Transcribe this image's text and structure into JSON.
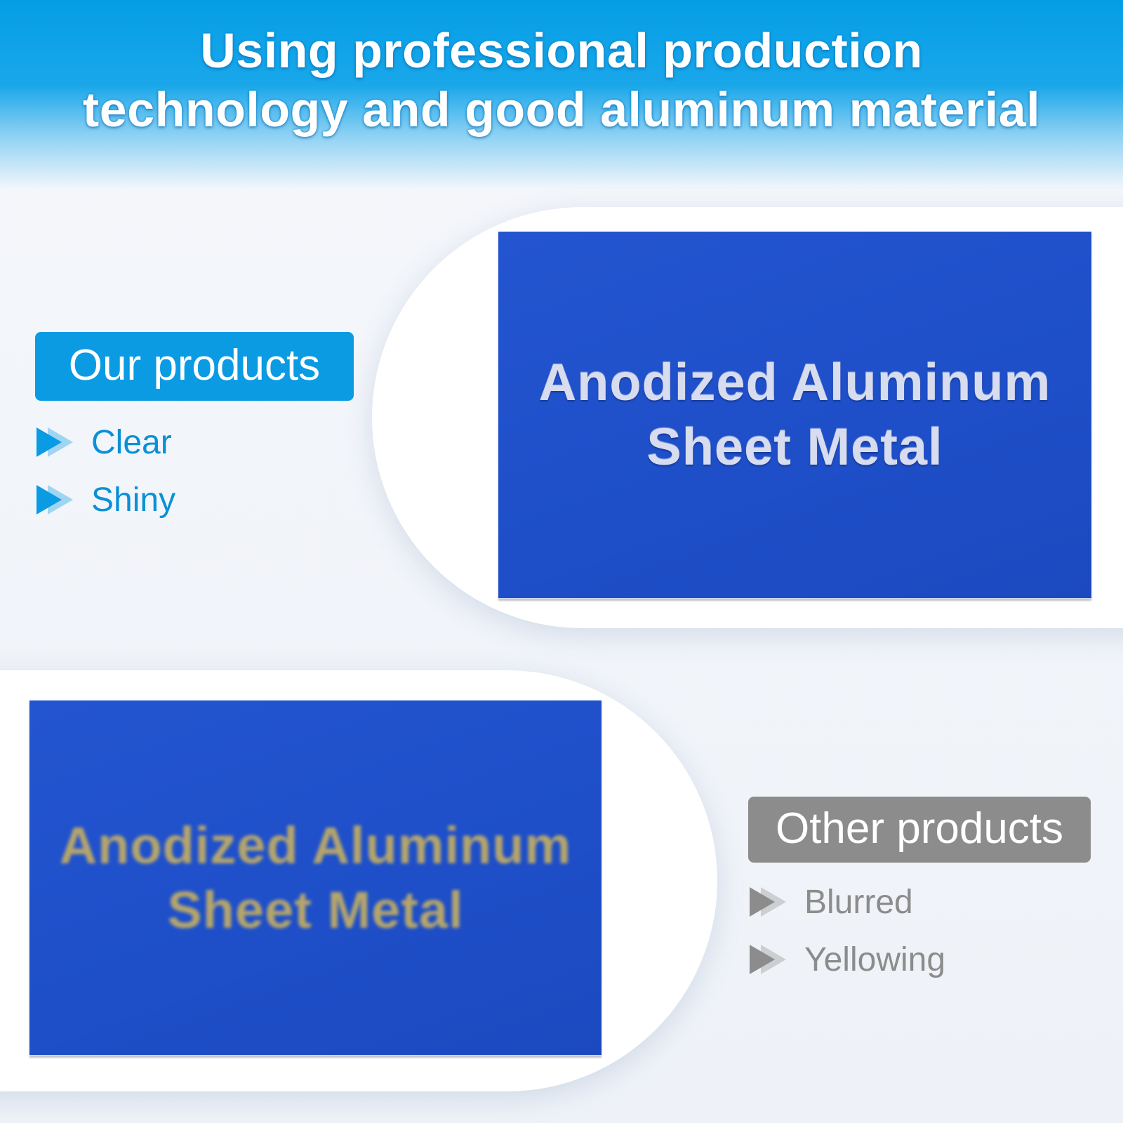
{
  "header": {
    "line1": "Using professional production",
    "line2": "technology and good aluminum material"
  },
  "our_products": {
    "tag": "Our products",
    "features": [
      "Clear",
      "Shiny"
    ],
    "sheet_text": {
      "line1": "Anodized Aluminum",
      "line2": "Sheet Metal"
    }
  },
  "other_products": {
    "tag": "Other products",
    "features": [
      "Blurred",
      "Yellowing"
    ],
    "sheet_text": {
      "line1": "Anodized Aluminum",
      "line2": "Sheet Metal"
    }
  },
  "colors": {
    "accent_blue": "#0a9be3",
    "neutral_grey": "#8c8c8c",
    "sheet_blue": "#1f50ca"
  },
  "icons": [
    "double-arrow-right-icon"
  ]
}
